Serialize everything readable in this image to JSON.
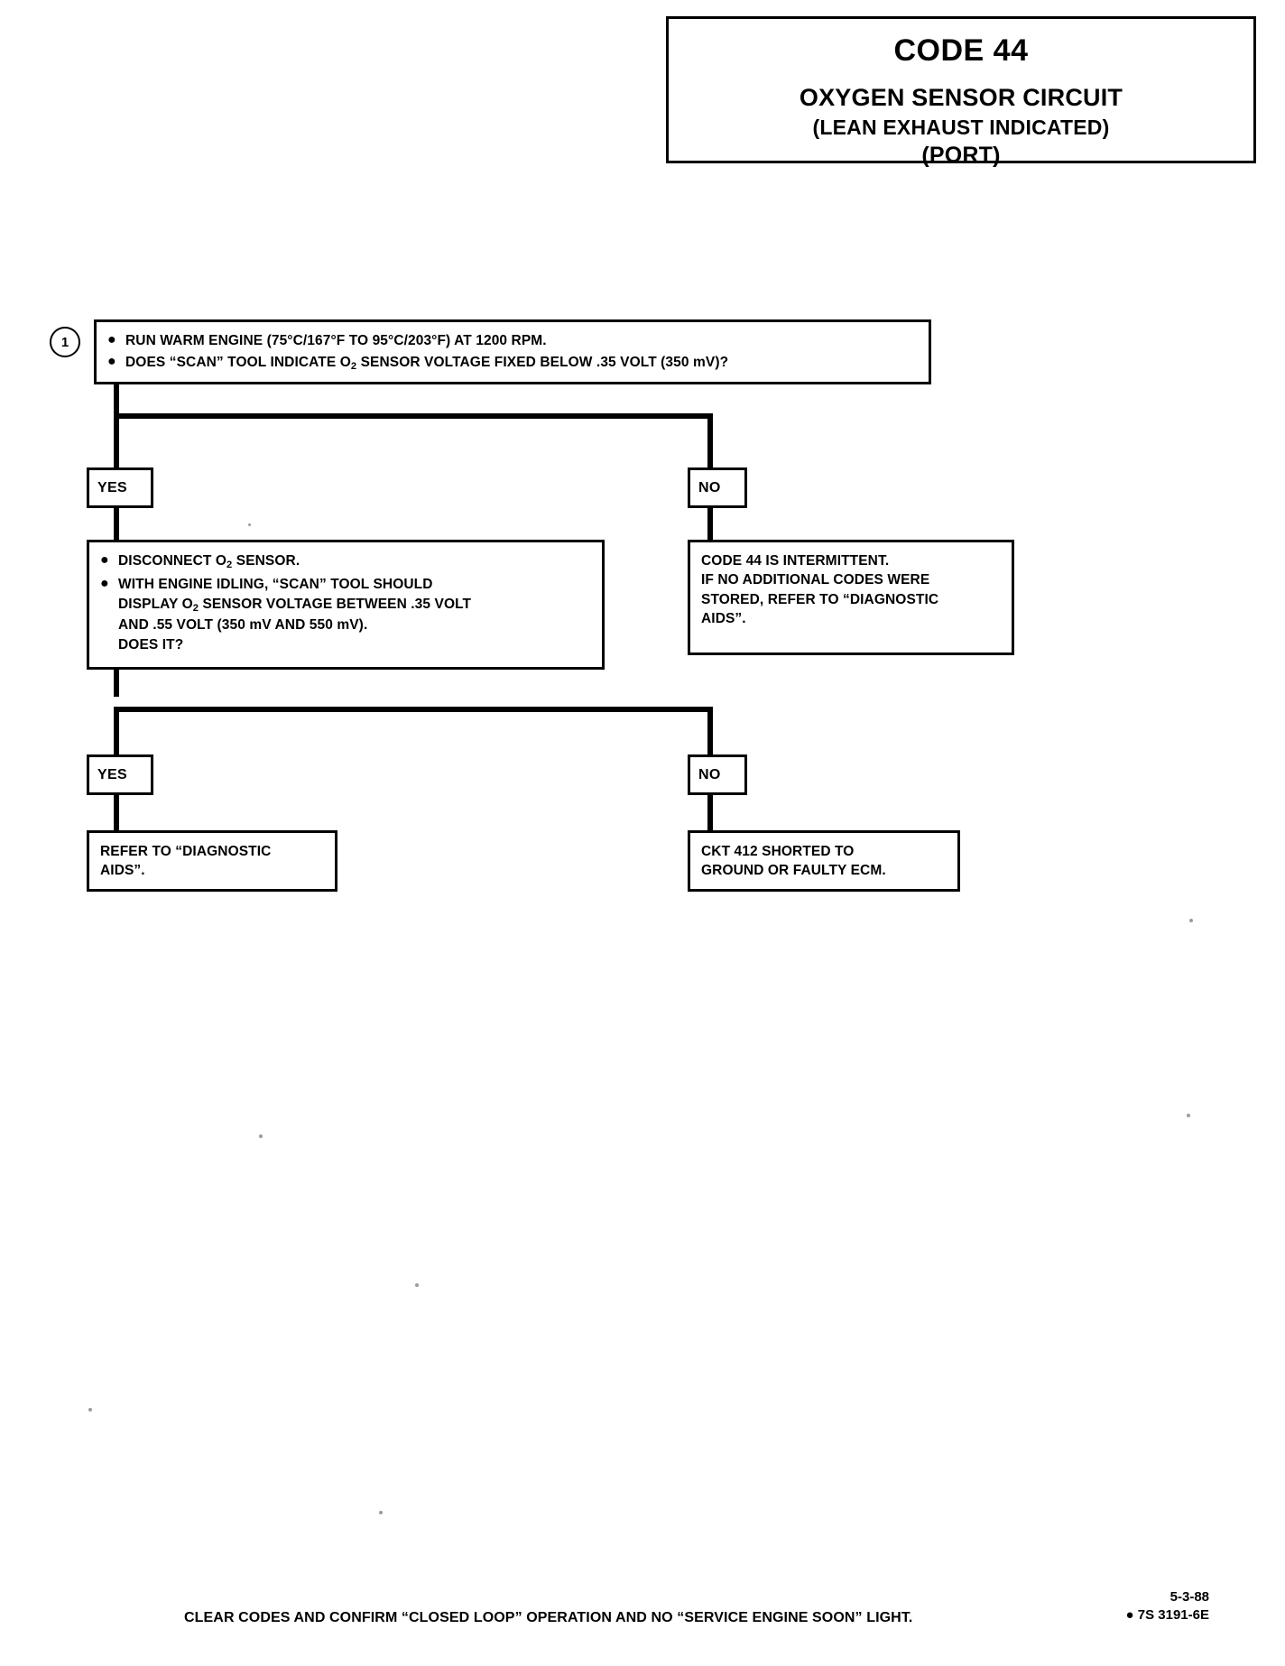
{
  "header": {
    "code": "CODE 44",
    "line1": "OXYGEN SENSOR CIRCUIT",
    "line2": "(LEAN EXHAUST INDICATED)",
    "line3": "(PORT)"
  },
  "flow": {
    "step1_number": "1",
    "step1": {
      "bullet1": "RUN WARM ENGINE  (75°C/167°F TO 95°C/203°F)  AT 1200 RPM.",
      "bullet2_a": "DOES “SCAN” TOOL INDICATE O",
      "bullet2_sub": "2",
      "bullet2_b": " SENSOR VOLTAGE FIXED BELOW .35 VOLT (350 mV)?"
    },
    "yes1": "YES",
    "no1": "NO",
    "step2": {
      "bullet1_a": "DISCONNECT O",
      "bullet1_sub": "2",
      "bullet1_b": " SENSOR.",
      "bullet2_line1": "WITH ENGINE IDLING, “SCAN” TOOL SHOULD",
      "bullet2_line2_a": "DISPLAY O",
      "bullet2_line2_sub": "2",
      "bullet2_line2_b": " SENSOR VOLTAGE BETWEEN .35 VOLT",
      "bullet2_line3": "AND .55 VOLT (350 mV AND 550 mV).",
      "bullet2_line4": "DOES IT?"
    },
    "intermittent": {
      "line1": "CODE 44 IS INTERMITTENT.",
      "line2": "IF NO ADDITIONAL CODES WERE",
      "line3": "STORED, REFER TO  “DIAGNOSTIC",
      "line4": "AIDS”."
    },
    "yes2": "YES",
    "no2": "NO",
    "diagnostic_aids": {
      "line1": "REFER TO  “DIAGNOSTIC",
      "line2": "AIDS”."
    },
    "ckt412": {
      "line1": "CKT 412  SHORTED TO",
      "line2": "GROUND OR FAULTY ECM."
    }
  },
  "footer": {
    "note": "CLEAR CODES AND CONFIRM “CLOSED LOOP”  OPERATION AND NO “SERVICE ENGINE SOON” LIGHT.",
    "date": "5-3-88",
    "docid": "● 7S 3191-6E"
  }
}
